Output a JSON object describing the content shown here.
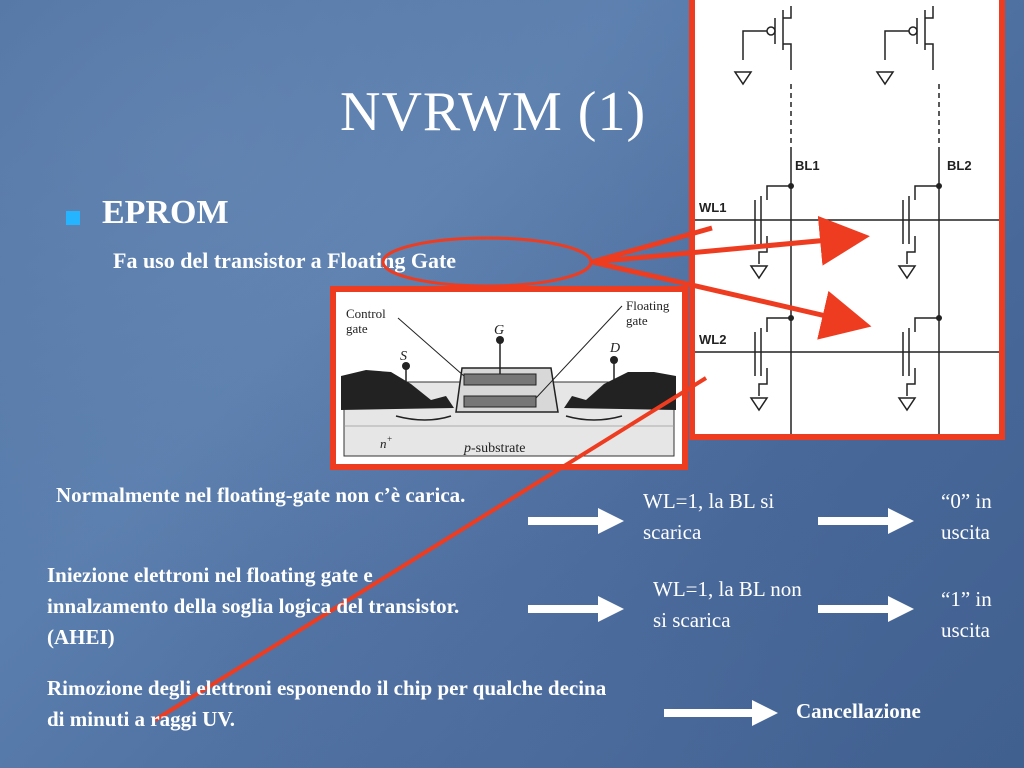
{
  "slide": {
    "title": "NVRWM (1)",
    "bullet": "EPROM",
    "subtitle": "Fa uso del transistor a Floating Gate"
  },
  "cross_section": {
    "labels": {
      "control_gate": "Control\ngate",
      "floating_gate": "Floating\ngate",
      "gate": "G",
      "source": "S",
      "drain": "D",
      "n_plus": "n+",
      "substrate": "p-substrate"
    }
  },
  "circuit": {
    "bit_lines": [
      "BL1",
      "BL2"
    ],
    "word_lines": [
      "WL1",
      "WL2"
    ]
  },
  "rows": [
    {
      "condition": "Normalmente nel floating-gate non c’è carica.",
      "effect": "WL=1, la BL si scarica",
      "output": "“0” in uscita"
    },
    {
      "condition": "Iniezione elettroni nel floating gate e innalzamento della soglia logica del transistor. (AHEI)",
      "effect": "WL=1, la BL non si scarica",
      "output": "“1” in uscita"
    },
    {
      "condition": "Rimozione degli elettroni esponendo il chip per qualche decina di minuti a raggi UV.",
      "output": "Cancellazione"
    }
  ],
  "colors": {
    "accent_red": "#ee3c20",
    "bullet_blue": "#25b4ff"
  }
}
